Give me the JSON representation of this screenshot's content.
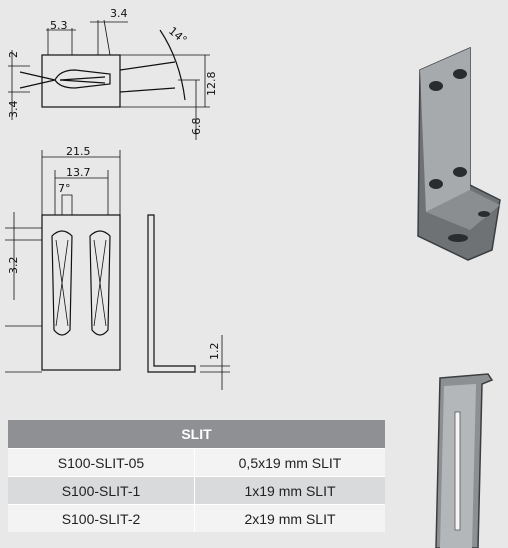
{
  "drawing": {
    "top_view": {
      "dim_a": "5.3",
      "dim_b": "3.4",
      "dim_angle": "14°",
      "dim_c": "2",
      "dim_d": "3.4",
      "dim_e": "12.8",
      "dim_f": "6.8"
    },
    "front_view": {
      "dim_width": "21.5",
      "dim_inner": "13.7",
      "dim_angle": "7°",
      "dim_side": "3.2",
      "dim_thickness": "1.2"
    }
  },
  "table": {
    "header": "SLIT",
    "rows": [
      {
        "code": "S100-SLIT-05",
        "desc": "0,5x19 mm SLIT"
      },
      {
        "code": "S100-SLIT-1",
        "desc": "1x19 mm SLIT"
      },
      {
        "code": "S100-SLIT-2",
        "desc": "2x19 mm SLIT"
      }
    ]
  }
}
